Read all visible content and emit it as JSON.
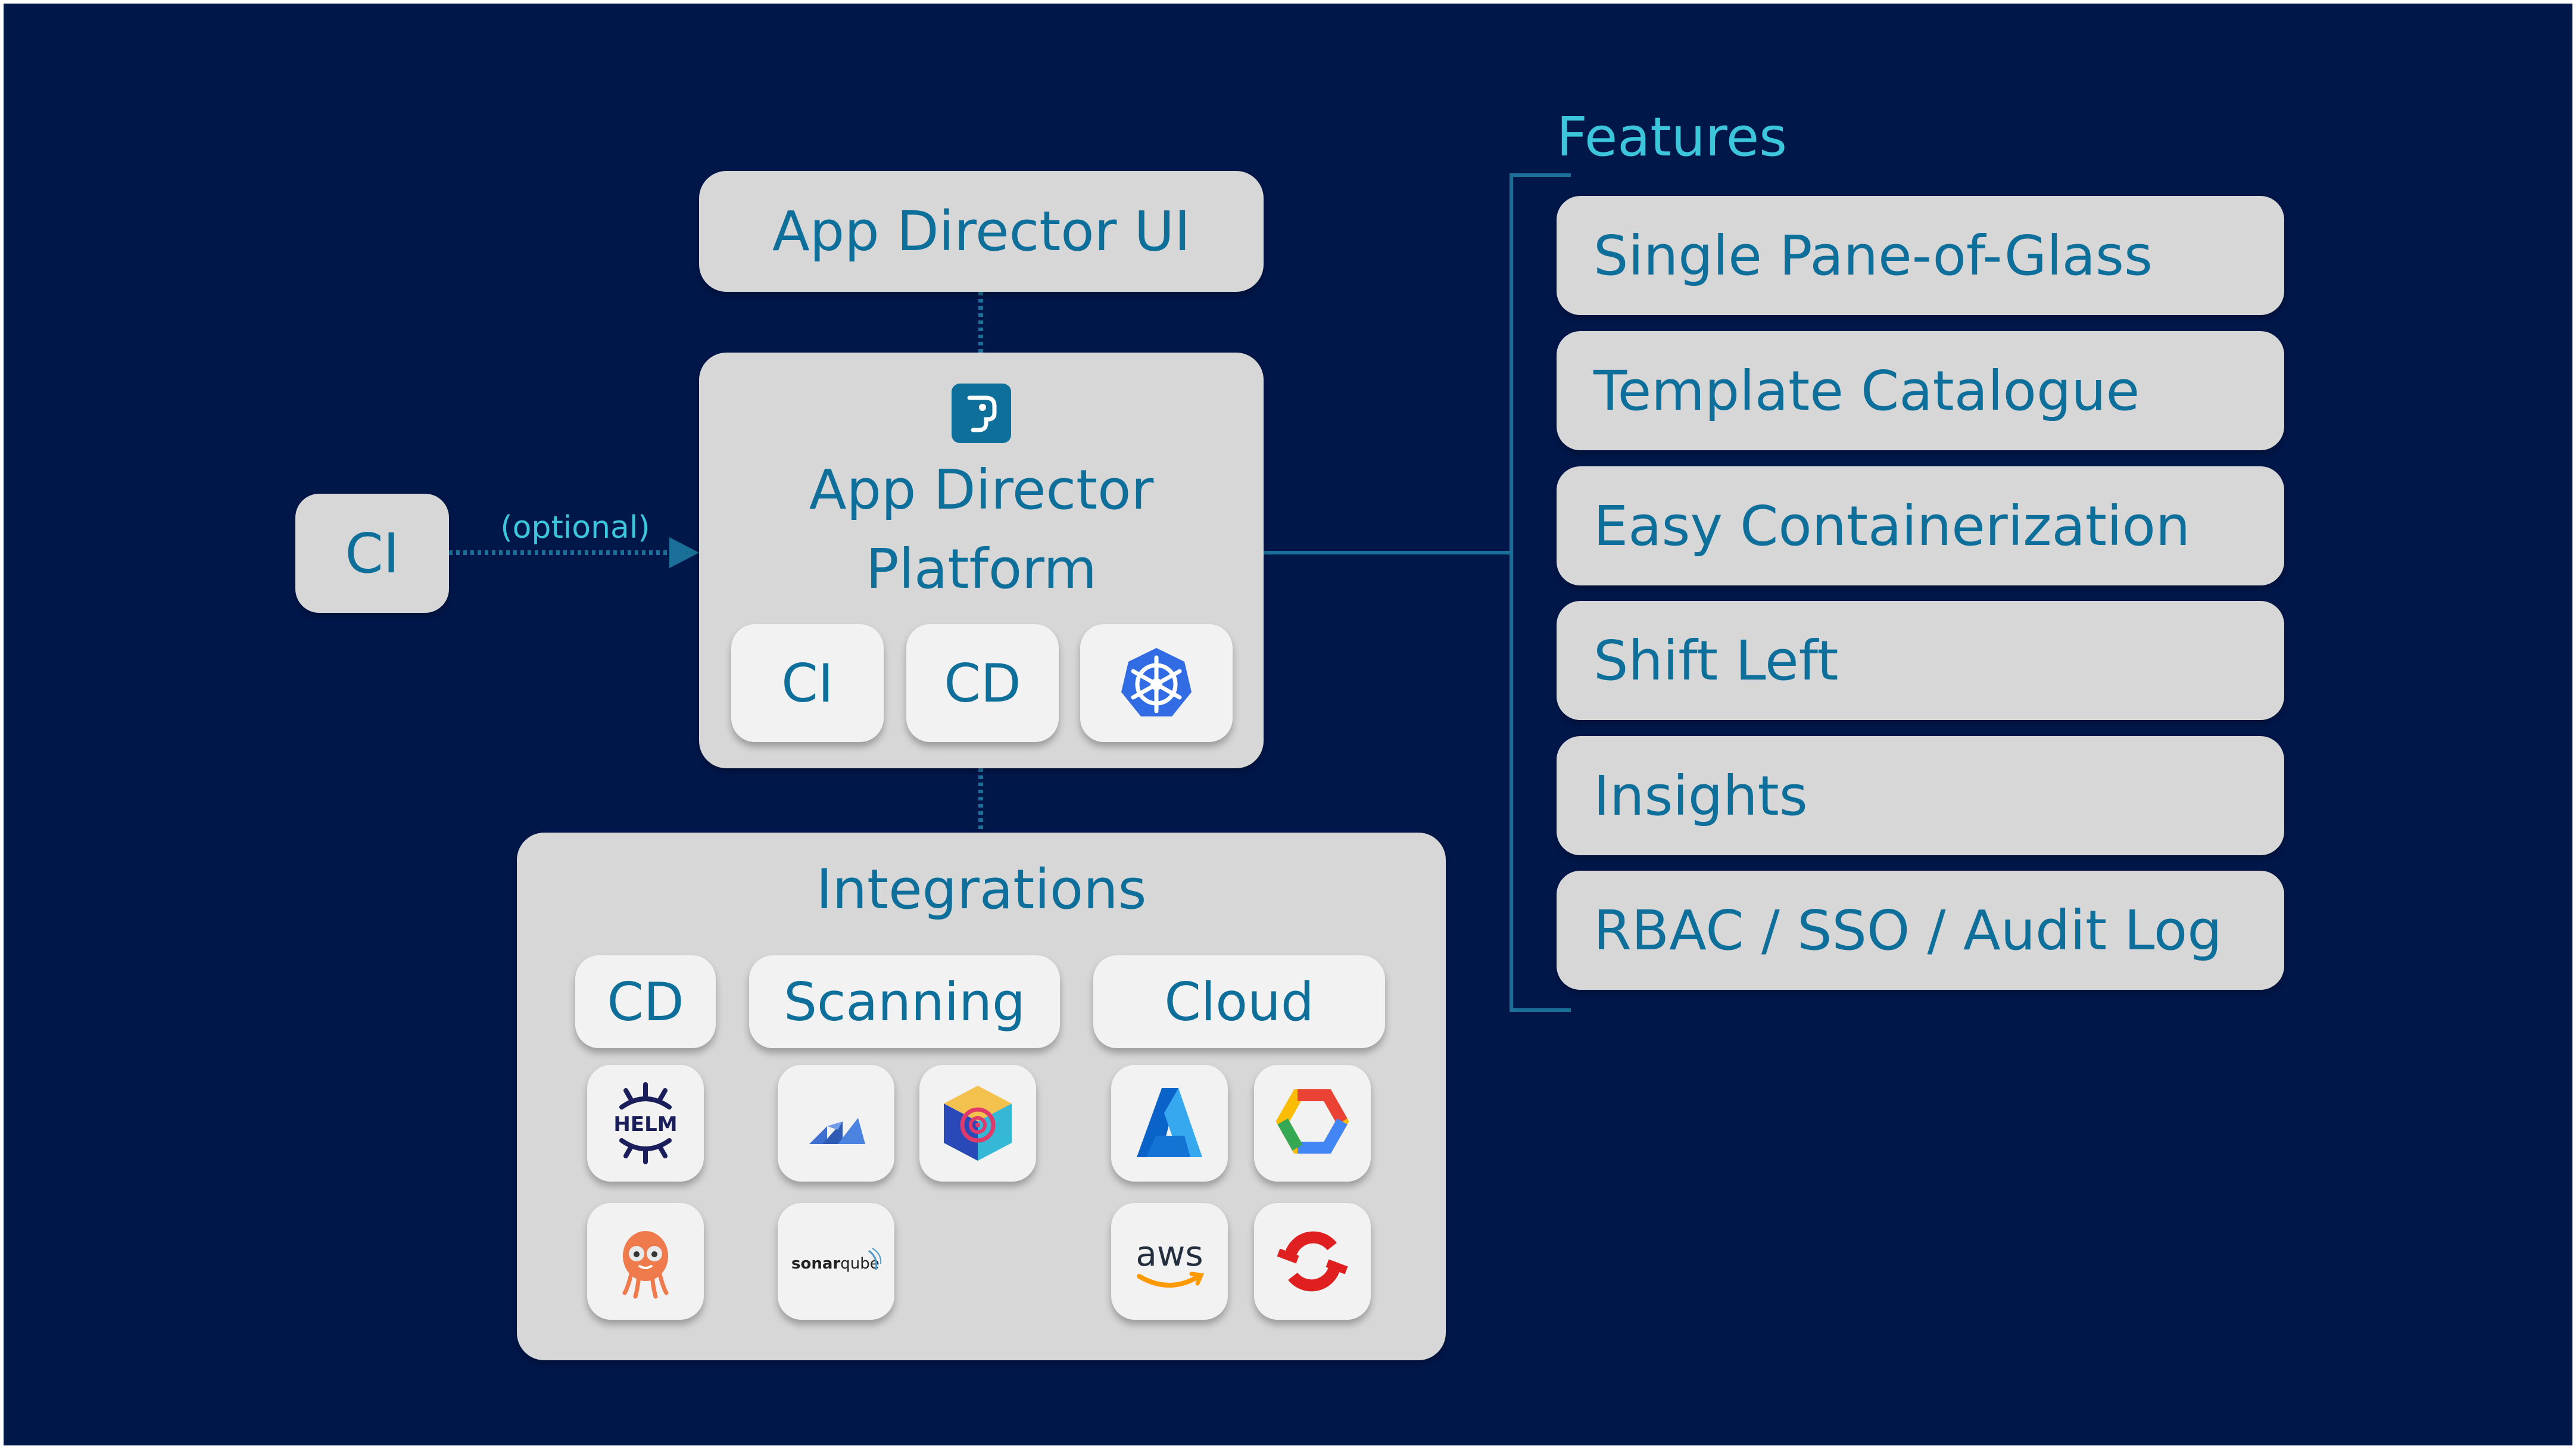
{
  "features": {
    "title": "Features",
    "items": [
      "Single Pane-of-Glass",
      "Template Catalogue",
      "Easy Containerization",
      "Shift Left",
      "Insights",
      "RBAC / SSO / Audit Log"
    ]
  },
  "ui_box": {
    "label": "App Director UI"
  },
  "platform": {
    "title_line1": "App Director",
    "title_line2": "Platform",
    "ci_label": "CI",
    "cd_label": "CD",
    "k8s_icon": "kubernetes-icon"
  },
  "external_ci": {
    "label": "CI",
    "edge_label": "(optional)"
  },
  "integrations": {
    "title": "Integrations",
    "cd_header": "CD",
    "scanning_header": "Scanning",
    "cloud_header": "Cloud",
    "cd_icons": [
      "helm-icon",
      "argo-icon"
    ],
    "scanning_icons": [
      "kubescape-icon",
      "trivy-icon",
      "sonarqube-icon"
    ],
    "sonarqube_text": "sonarqube",
    "cloud_icons": [
      "azure-icon",
      "google-cloud-icon",
      "aws-icon",
      "openshift-icon"
    ],
    "aws_text": "aws"
  },
  "colors": {
    "background": "#00174a",
    "box": "#d7d7d7",
    "tile": "#f2f2f2",
    "text": "#0d6f9a",
    "accent": "#3cc6dc",
    "connector": "#1a6f98"
  }
}
